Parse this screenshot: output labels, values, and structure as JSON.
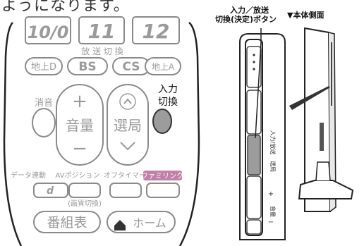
{
  "header_text": "ようになります。",
  "remote": {
    "digit_buttons": [
      "10/0",
      "11",
      "12"
    ],
    "broadcast_switch_label": "放 送 切 換",
    "band_buttons": [
      "地上D",
      "BS",
      "CS",
      "地上A"
    ],
    "mute_label": "消音",
    "volume_label": "音量",
    "volume_plus": "+",
    "volume_minus": "−",
    "channel_label": "選局",
    "input_switch_label_line1": "入力",
    "input_switch_label_line2": "切換",
    "func_labels": [
      "データ連動",
      "AVポジション",
      "オフタイマー",
      "ファミリンク"
    ],
    "d_button": "d",
    "picture_switch_label": "(画質切換)",
    "program_guide_button": "番組表",
    "home_button": "ホーム"
  },
  "callouts": {
    "input_button_line1": "入力／放送",
    "input_button_line2": "切換(決定)ボタン",
    "side_view": "▼本体側面"
  },
  "side_panel_labels": {
    "input": "入力/放送",
    "channel": "選局",
    "volume": "音量",
    "plus": "+",
    "minus": "−"
  },
  "colors": {
    "outline": "#222222",
    "gray_label": "#9a9a9a",
    "input_button_fill": "#9c9c9c",
    "pink_button": "#c080a8",
    "dark_fill": "#333333"
  }
}
